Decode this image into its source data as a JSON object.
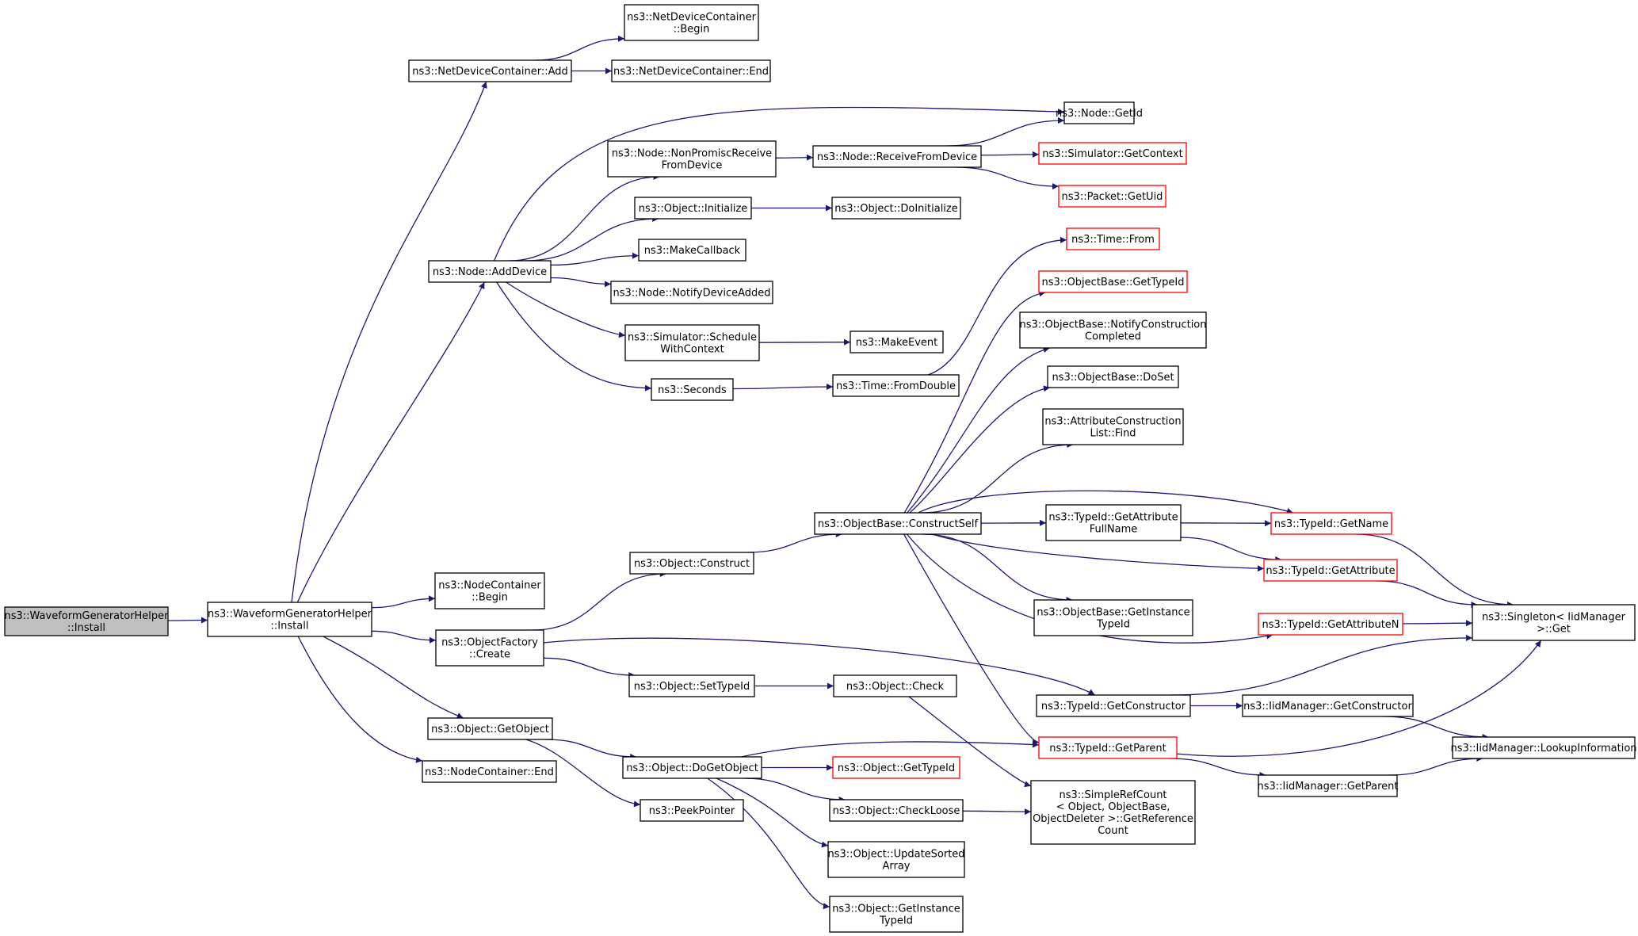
{
  "diagram": {
    "colors": {
      "edge": "#191970",
      "node_border": "#000000",
      "truncated_border": "#ff0000",
      "root_fill": "#bfbfbf",
      "node_fill": "#ffffff"
    },
    "nodes": {
      "root": {
        "lines": [
          "ns3::WaveformGeneratorHelper",
          "::Install"
        ],
        "root": true
      },
      "install": {
        "lines": [
          "ns3::WaveformGeneratorHelper",
          "::Install"
        ]
      },
      "ndc_add": {
        "lines": [
          "ns3::NetDeviceContainer::Add"
        ]
      },
      "ndc_begin": {
        "lines": [
          "ns3::NetDeviceContainer",
          "::Begin"
        ]
      },
      "ndc_end": {
        "lines": [
          "ns3::NetDeviceContainer::End"
        ]
      },
      "node_adddevice": {
        "lines": [
          "ns3::Node::AddDevice"
        ]
      },
      "node_getid": {
        "lines": [
          "ns3::Node::GetId"
        ]
      },
      "node_nonpromisc": {
        "lines": [
          "ns3::Node::NonPromiscReceive",
          "FromDevice"
        ]
      },
      "node_receive": {
        "lines": [
          "ns3::Node::ReceiveFromDevice"
        ]
      },
      "sim_getcontext": {
        "lines": [
          "ns3::Simulator::GetContext"
        ],
        "truncated": true
      },
      "packet_getuid": {
        "lines": [
          "ns3::Packet::GetUid"
        ],
        "truncated": true
      },
      "obj_initialize": {
        "lines": [
          "ns3::Object::Initialize"
        ]
      },
      "obj_doinitialize": {
        "lines": [
          "ns3::Object::DoInitialize"
        ]
      },
      "makecallback": {
        "lines": [
          "ns3::MakeCallback"
        ]
      },
      "node_notify": {
        "lines": [
          "ns3::Node::NotifyDeviceAdded"
        ]
      },
      "sim_schedule": {
        "lines": [
          "ns3::Simulator::Schedule",
          "WithContext"
        ]
      },
      "makeevent": {
        "lines": [
          "ns3::MakeEvent"
        ]
      },
      "seconds": {
        "lines": [
          "ns3::Seconds"
        ]
      },
      "time_fromdouble": {
        "lines": [
          "ns3::Time::FromDouble"
        ]
      },
      "time_from": {
        "lines": [
          "ns3::Time::From"
        ],
        "truncated": true
      },
      "ob_gettypeid": {
        "lines": [
          "ns3::ObjectBase::GetTypeId"
        ],
        "truncated": true
      },
      "ob_notify": {
        "lines": [
          "ns3::ObjectBase::NotifyConstruction",
          "Completed"
        ]
      },
      "ob_doset": {
        "lines": [
          "ns3::ObjectBase::DoSet"
        ]
      },
      "acl_find": {
        "lines": [
          "ns3::AttributeConstruction",
          "List::Find"
        ]
      },
      "ob_constructself": {
        "lines": [
          "ns3::ObjectBase::ConstructSelf"
        ]
      },
      "tid_getattrfull": {
        "lines": [
          "ns3::TypeId::GetAttribute",
          "FullName"
        ]
      },
      "tid_getname": {
        "lines": [
          "ns3::TypeId::GetName"
        ],
        "truncated": true
      },
      "tid_getattribute": {
        "lines": [
          "ns3::TypeId::GetAttribute"
        ],
        "truncated": true
      },
      "ob_getinstance": {
        "lines": [
          "ns3::ObjectBase::GetInstance",
          "TypeId"
        ]
      },
      "tid_getattributen": {
        "lines": [
          "ns3::TypeId::GetAttributeN"
        ],
        "truncated": true
      },
      "singleton_get": {
        "lines": [
          "ns3::Singleton< IidManager",
          ">::Get"
        ]
      },
      "nc_begin": {
        "lines": [
          "ns3::NodeContainer",
          "::Begin"
        ]
      },
      "obj_construct": {
        "lines": [
          "ns3::Object::Construct"
        ]
      },
      "of_create": {
        "lines": [
          "ns3::ObjectFactory",
          "::Create"
        ]
      },
      "obj_settypeid": {
        "lines": [
          "ns3::Object::SetTypeId"
        ]
      },
      "obj_check": {
        "lines": [
          "ns3::Object::Check"
        ]
      },
      "tid_getconstructor": {
        "lines": [
          "ns3::TypeId::GetConstructor"
        ]
      },
      "iid_getconstructor": {
        "lines": [
          "ns3::IidManager::GetConstructor"
        ]
      },
      "iid_lookup": {
        "lines": [
          "ns3::IidManager::LookupInformation"
        ]
      },
      "obj_getobject": {
        "lines": [
          "ns3::Object::GetObject"
        ]
      },
      "tid_getparent": {
        "lines": [
          "ns3::TypeId::GetParent"
        ],
        "truncated": true
      },
      "iid_getparent": {
        "lines": [
          "ns3::IidManager::GetParent"
        ]
      },
      "nc_end": {
        "lines": [
          "ns3::NodeContainer::End"
        ]
      },
      "obj_dogetobject": {
        "lines": [
          "ns3::Object::DoGetObject"
        ]
      },
      "obj_gettypeid": {
        "lines": [
          "ns3::Object::GetTypeId"
        ],
        "truncated": true
      },
      "obj_checkloose": {
        "lines": [
          "ns3::Object::CheckLoose"
        ]
      },
      "simplerefcount": {
        "lines": [
          "ns3::SimpleRefCount",
          "< Object, ObjectBase,",
          "ObjectDeleter >::GetReference",
          "Count"
        ]
      },
      "peekpointer": {
        "lines": [
          "ns3::PeekPointer"
        ]
      },
      "obj_updatesorted": {
        "lines": [
          "ns3::Object::UpdateSorted",
          "Array"
        ]
      },
      "obj_getinstance": {
        "lines": [
          "ns3::Object::GetInstance",
          "TypeId"
        ]
      }
    },
    "edges": [
      [
        "root",
        "install"
      ],
      [
        "install",
        "ndc_add"
      ],
      [
        "install",
        "node_adddevice"
      ],
      [
        "install",
        "nc_begin"
      ],
      [
        "install",
        "of_create"
      ],
      [
        "install",
        "obj_getobject"
      ],
      [
        "install",
        "nc_end"
      ],
      [
        "ndc_add",
        "ndc_begin"
      ],
      [
        "ndc_add",
        "ndc_end"
      ],
      [
        "node_adddevice",
        "node_getid"
      ],
      [
        "node_adddevice",
        "node_nonpromisc"
      ],
      [
        "node_adddevice",
        "obj_initialize"
      ],
      [
        "node_adddevice",
        "makecallback"
      ],
      [
        "node_adddevice",
        "node_notify"
      ],
      [
        "node_adddevice",
        "sim_schedule"
      ],
      [
        "node_adddevice",
        "seconds"
      ],
      [
        "node_nonpromisc",
        "node_receive"
      ],
      [
        "node_receive",
        "node_getid"
      ],
      [
        "node_receive",
        "sim_getcontext"
      ],
      [
        "node_receive",
        "packet_getuid"
      ],
      [
        "obj_initialize",
        "obj_doinitialize"
      ],
      [
        "sim_schedule",
        "makeevent"
      ],
      [
        "seconds",
        "time_fromdouble"
      ],
      [
        "time_fromdouble",
        "time_from"
      ],
      [
        "of_create",
        "obj_construct"
      ],
      [
        "of_create",
        "obj_settypeid"
      ],
      [
        "of_create",
        "tid_getconstructor"
      ],
      [
        "obj_construct",
        "ob_constructself"
      ],
      [
        "ob_constructself",
        "ob_gettypeid"
      ],
      [
        "ob_constructself",
        "ob_notify"
      ],
      [
        "ob_constructself",
        "ob_doset"
      ],
      [
        "ob_constructself",
        "acl_find"
      ],
      [
        "ob_constructself",
        "tid_getattrfull"
      ],
      [
        "ob_constructself",
        "tid_getname"
      ],
      [
        "ob_constructself",
        "tid_getattribute"
      ],
      [
        "ob_constructself",
        "ob_getinstance"
      ],
      [
        "ob_constructself",
        "tid_getattributen"
      ],
      [
        "ob_constructself",
        "tid_getparent"
      ],
      [
        "tid_getattrfull",
        "tid_getname"
      ],
      [
        "tid_getattrfull",
        "tid_getattribute"
      ],
      [
        "tid_getname",
        "singleton_get"
      ],
      [
        "tid_getattribute",
        "singleton_get"
      ],
      [
        "tid_getattributen",
        "singleton_get"
      ],
      [
        "tid_getconstructor",
        "singleton_get"
      ],
      [
        "tid_getconstructor",
        "iid_getconstructor"
      ],
      [
        "iid_getconstructor",
        "iid_lookup"
      ],
      [
        "tid_getparent",
        "singleton_get"
      ],
      [
        "tid_getparent",
        "iid_getparent"
      ],
      [
        "iid_getparent",
        "iid_lookup"
      ],
      [
        "obj_settypeid",
        "obj_check"
      ],
      [
        "obj_check",
        "simplerefcount"
      ],
      [
        "obj_getobject",
        "obj_dogetobject"
      ],
      [
        "obj_getobject",
        "peekpointer"
      ],
      [
        "obj_dogetobject",
        "tid_getparent"
      ],
      [
        "obj_dogetobject",
        "obj_gettypeid"
      ],
      [
        "obj_dogetobject",
        "obj_checkloose"
      ],
      [
        "obj_dogetobject",
        "obj_updatesorted"
      ],
      [
        "obj_dogetobject",
        "obj_getinstance"
      ],
      [
        "obj_checkloose",
        "simplerefcount"
      ]
    ]
  }
}
